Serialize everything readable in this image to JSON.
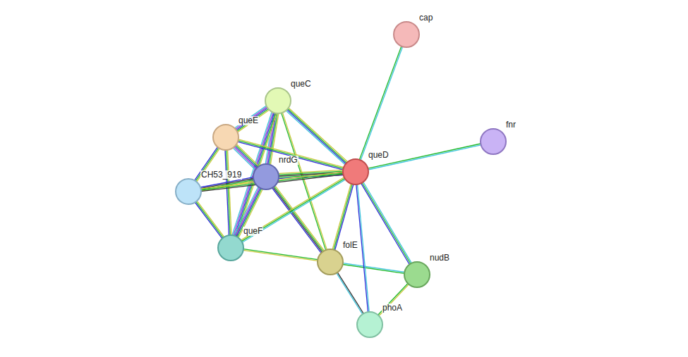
{
  "diagram": {
    "nodes": [
      {
        "text": [
          "cap"
        ]
      },
      {
        "text": [
          "queC"
        ]
      },
      {
        "text": [
          "queE"
        ]
      },
      {
        "text": [
          "nrdG"
        ]
      },
      {
        "text": [
          "queD"
        ]
      },
      {
        "text": [
          "fnr"
        ]
      },
      {
        "text": [
          "CH53_919"
        ]
      },
      {
        "text": [
          "queF"
        ]
      },
      {
        "text": [
          "folE"
        ]
      },
      {
        "text": [
          "nudB"
        ]
      },
      {
        "text": [
          "phoA"
        ]
      }
    ],
    "edges": [
      {
        "from": 0,
        "to": 4,
        "arrow": "none"
      },
      {
        "from": 5,
        "to": 4,
        "arrow": "none"
      },
      {
        "from": 1,
        "to": 2,
        "arrow": "none"
      },
      {
        "from": 1,
        "to": 3,
        "arrow": "none"
      },
      {
        "from": 1,
        "to": 4,
        "arrow": "none"
      },
      {
        "from": 1,
        "to": 7,
        "arrow": "none"
      },
      {
        "from": 1,
        "to": 8,
        "arrow": "none"
      },
      {
        "from": 2,
        "to": 3,
        "arrow": "none"
      },
      {
        "from": 2,
        "to": 4,
        "arrow": "none"
      },
      {
        "from": 2,
        "to": 6,
        "arrow": "none"
      },
      {
        "from": 2,
        "to": 7,
        "arrow": "none"
      },
      {
        "from": 3,
        "to": 4,
        "arrow": "none"
      },
      {
        "from": 3,
        "to": 6,
        "arrow": "none"
      },
      {
        "from": 3,
        "to": 7,
        "arrow": "none"
      },
      {
        "from": 3,
        "to": 8,
        "arrow": "none"
      },
      {
        "from": 6,
        "to": 4,
        "arrow": "none"
      },
      {
        "from": 6,
        "to": 7,
        "arrow": "none"
      },
      {
        "from": 7,
        "to": 4,
        "arrow": "none"
      },
      {
        "from": 7,
        "to": 8,
        "arrow": "none"
      },
      {
        "from": 8,
        "to": 4,
        "arrow": "none"
      },
      {
        "from": 8,
        "to": 9,
        "arrow": "none"
      },
      {
        "from": 8,
        "to": 10,
        "arrow": "none"
      },
      {
        "from": 4,
        "to": 9,
        "arrow": "none"
      },
      {
        "from": 4,
        "to": 10,
        "arrow": "none"
      },
      {
        "from": 9,
        "to": 10,
        "arrow": "none"
      }
    ]
  }
}
